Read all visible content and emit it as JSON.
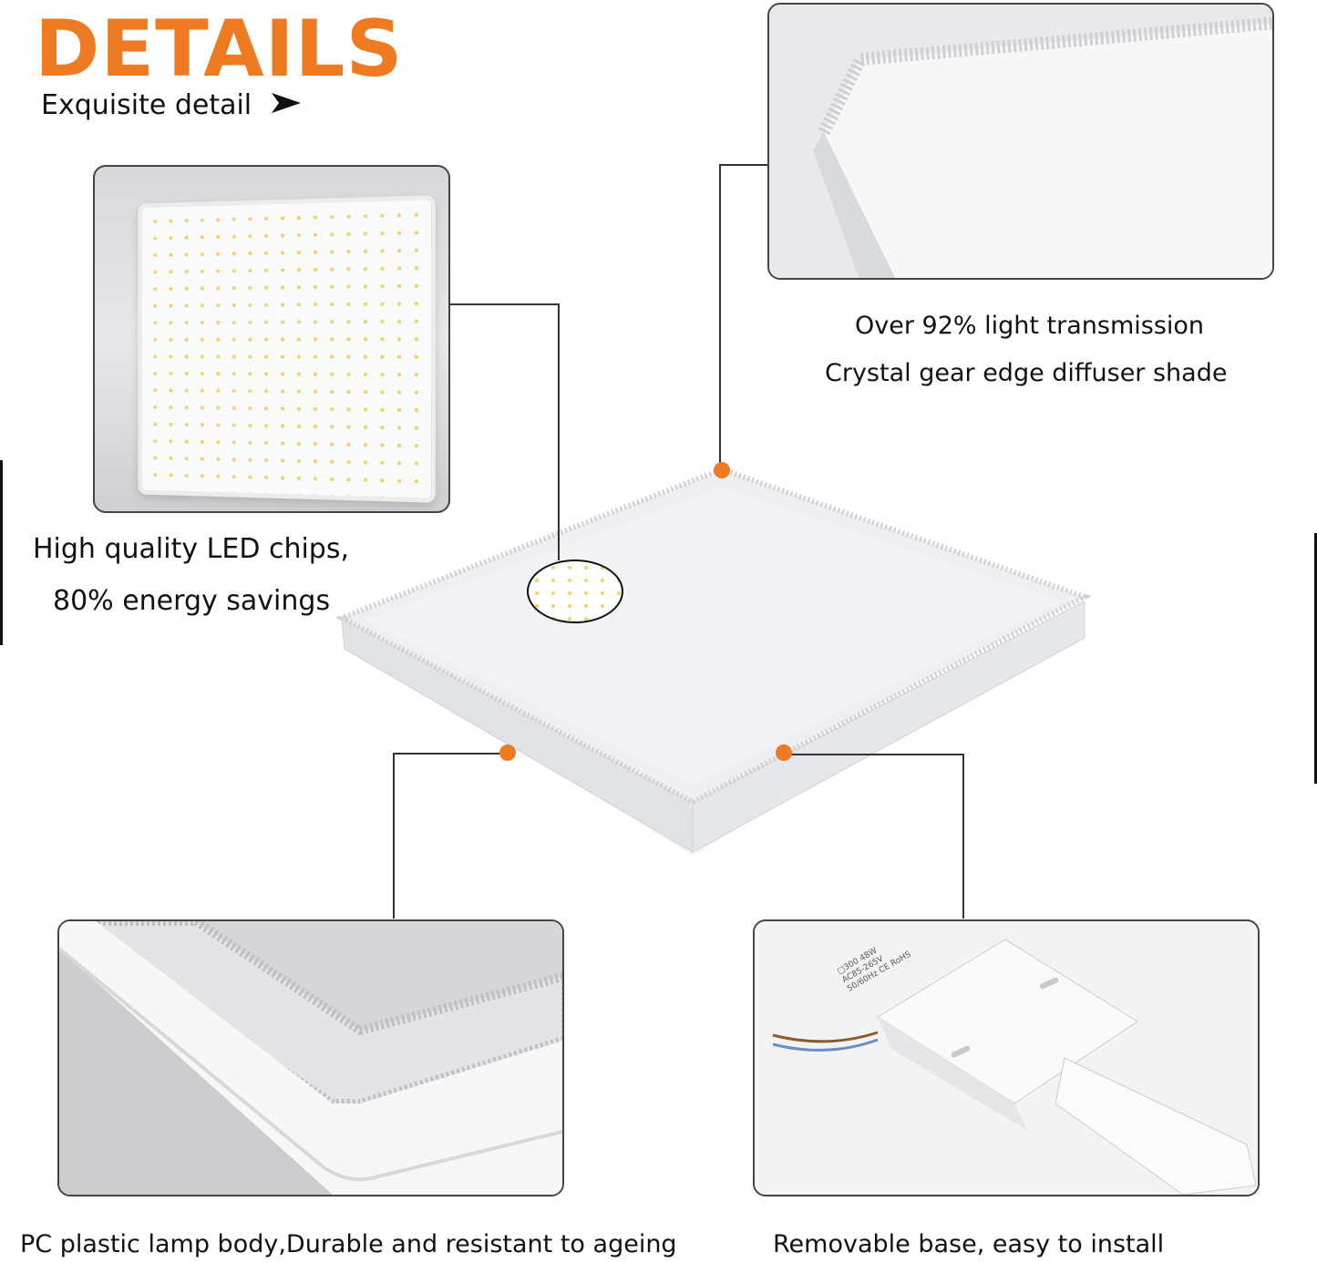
{
  "header": {
    "title": "DETAILS",
    "subtitle": "Exquisite detail",
    "arrow_icon": "arrow-right-icon"
  },
  "accent_color": "#ee7a22",
  "features": [
    {
      "lines": [
        "High quality LED chips,",
        "80% energy savings"
      ]
    },
    {
      "lines": [
        "Over 92% light transmission",
        "Crystal gear edge diffuser shade"
      ]
    },
    {
      "lines": [
        "PC plastic lamp body,Durable and resistant to ageing"
      ]
    },
    {
      "lines": [
        "Removable base, easy to install"
      ]
    }
  ],
  "product_label": [
    "□300 48W",
    "AC85-265V",
    "50/60Hz CE RoHS"
  ]
}
